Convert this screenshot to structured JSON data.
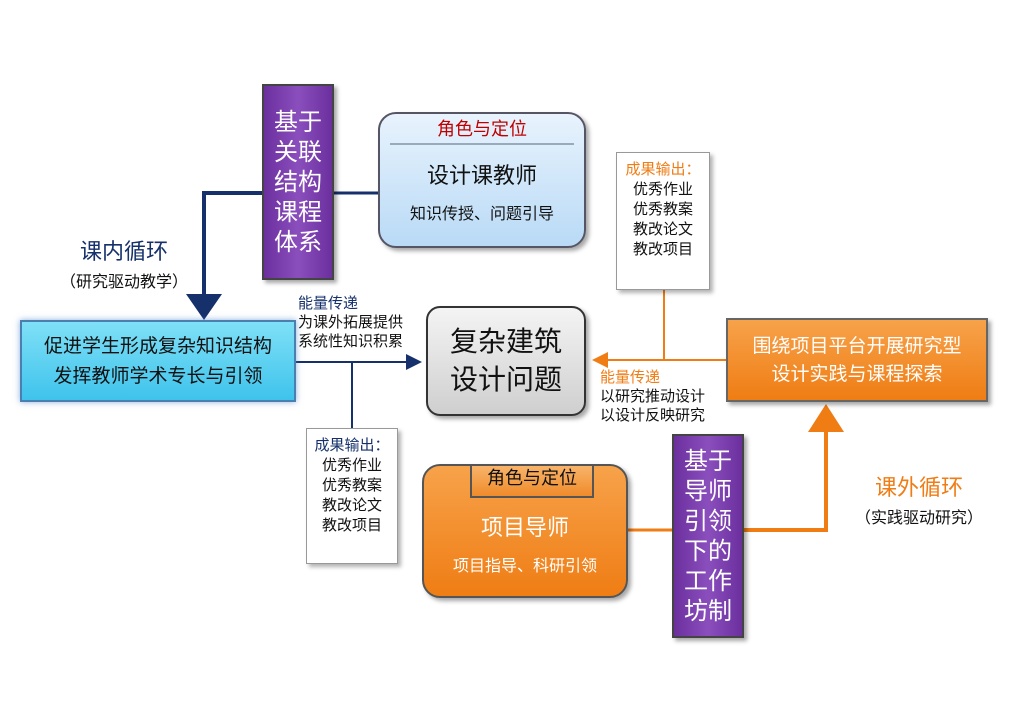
{
  "colors": {
    "navy": "#15306b",
    "orange": "#f07c14",
    "purple": "#7a3fb0",
    "cyan": "#4fcbef",
    "red": "#c00000"
  },
  "course_system_box": {
    "text": "基于\n关联\n结构\n课程\n体系"
  },
  "workshop_box": {
    "text": "基于\n导师\n引领\n下的\n工作\n坊制"
  },
  "design_teacher": {
    "caption": "角色与定位",
    "title": "设计课教师",
    "subtitle": "知识传授、问题引导"
  },
  "project_mentor": {
    "caption": "角色与定位",
    "title": "项目导师",
    "subtitle": "项目指导、科研引领"
  },
  "center_box": {
    "text": "复杂建筑\n设计问题"
  },
  "left_box": {
    "text": "促进学生形成复杂知识结构\n发挥教师学术专长与引领"
  },
  "right_box": {
    "text": "围绕项目平台开展研究型\n设计实践与课程探索"
  },
  "inner_loop": {
    "title": "课内循环",
    "subtitle": "（研究驱动教学）"
  },
  "outer_loop": {
    "title": "课外循环",
    "subtitle": "（实践驱动研究）"
  },
  "energy_left": {
    "title": "能量传递",
    "body": "为课外拓展提供\n系统性知识积累"
  },
  "energy_right": {
    "title": "能量传递",
    "body": "以研究推动设计\n以设计反映研究"
  },
  "output_top": {
    "title": "成果输出：",
    "items": [
      "优秀作业",
      "优秀教案",
      "教改论文",
      "教改项目"
    ]
  },
  "output_bottom": {
    "title": "成果输出：",
    "items": [
      "优秀作业",
      "优秀教案",
      "教改论文",
      "教改项目"
    ]
  }
}
